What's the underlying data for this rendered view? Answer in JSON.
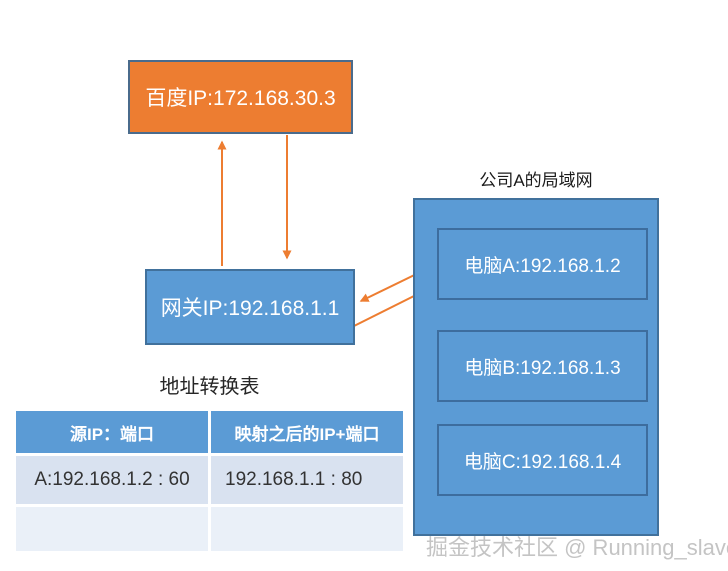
{
  "diagram": {
    "baidu_box": {
      "label": "百度IP:172.168.30.3"
    },
    "gateway_box": {
      "label": "网关IP:192.168.1.1"
    },
    "lan": {
      "title": "公司A的局域网",
      "computers": [
        {
          "label": "电脑A:192.168.1.2"
        },
        {
          "label": "电脑B:192.168.1.3"
        },
        {
          "label": "电脑C:192.168.1.4"
        }
      ]
    },
    "nat_table": {
      "title": "地址转换表",
      "headers": [
        "源IP：端口",
        "映射之后的IP+端口"
      ],
      "rows": [
        [
          "A:192.168.1.2 : 60",
          "192.168.1.1 : 80"
        ],
        [
          "",
          ""
        ]
      ]
    },
    "watermark": "掘金技术社区 @ Running_slave",
    "colors": {
      "orange": "#ED7D31",
      "blue": "#5B9BD5",
      "border_blue": "#41719C",
      "table_row_1": "#D9E2F0",
      "table_row_2": "#EAF0F8",
      "watermark_gray": "#C4C4C4"
    }
  }
}
